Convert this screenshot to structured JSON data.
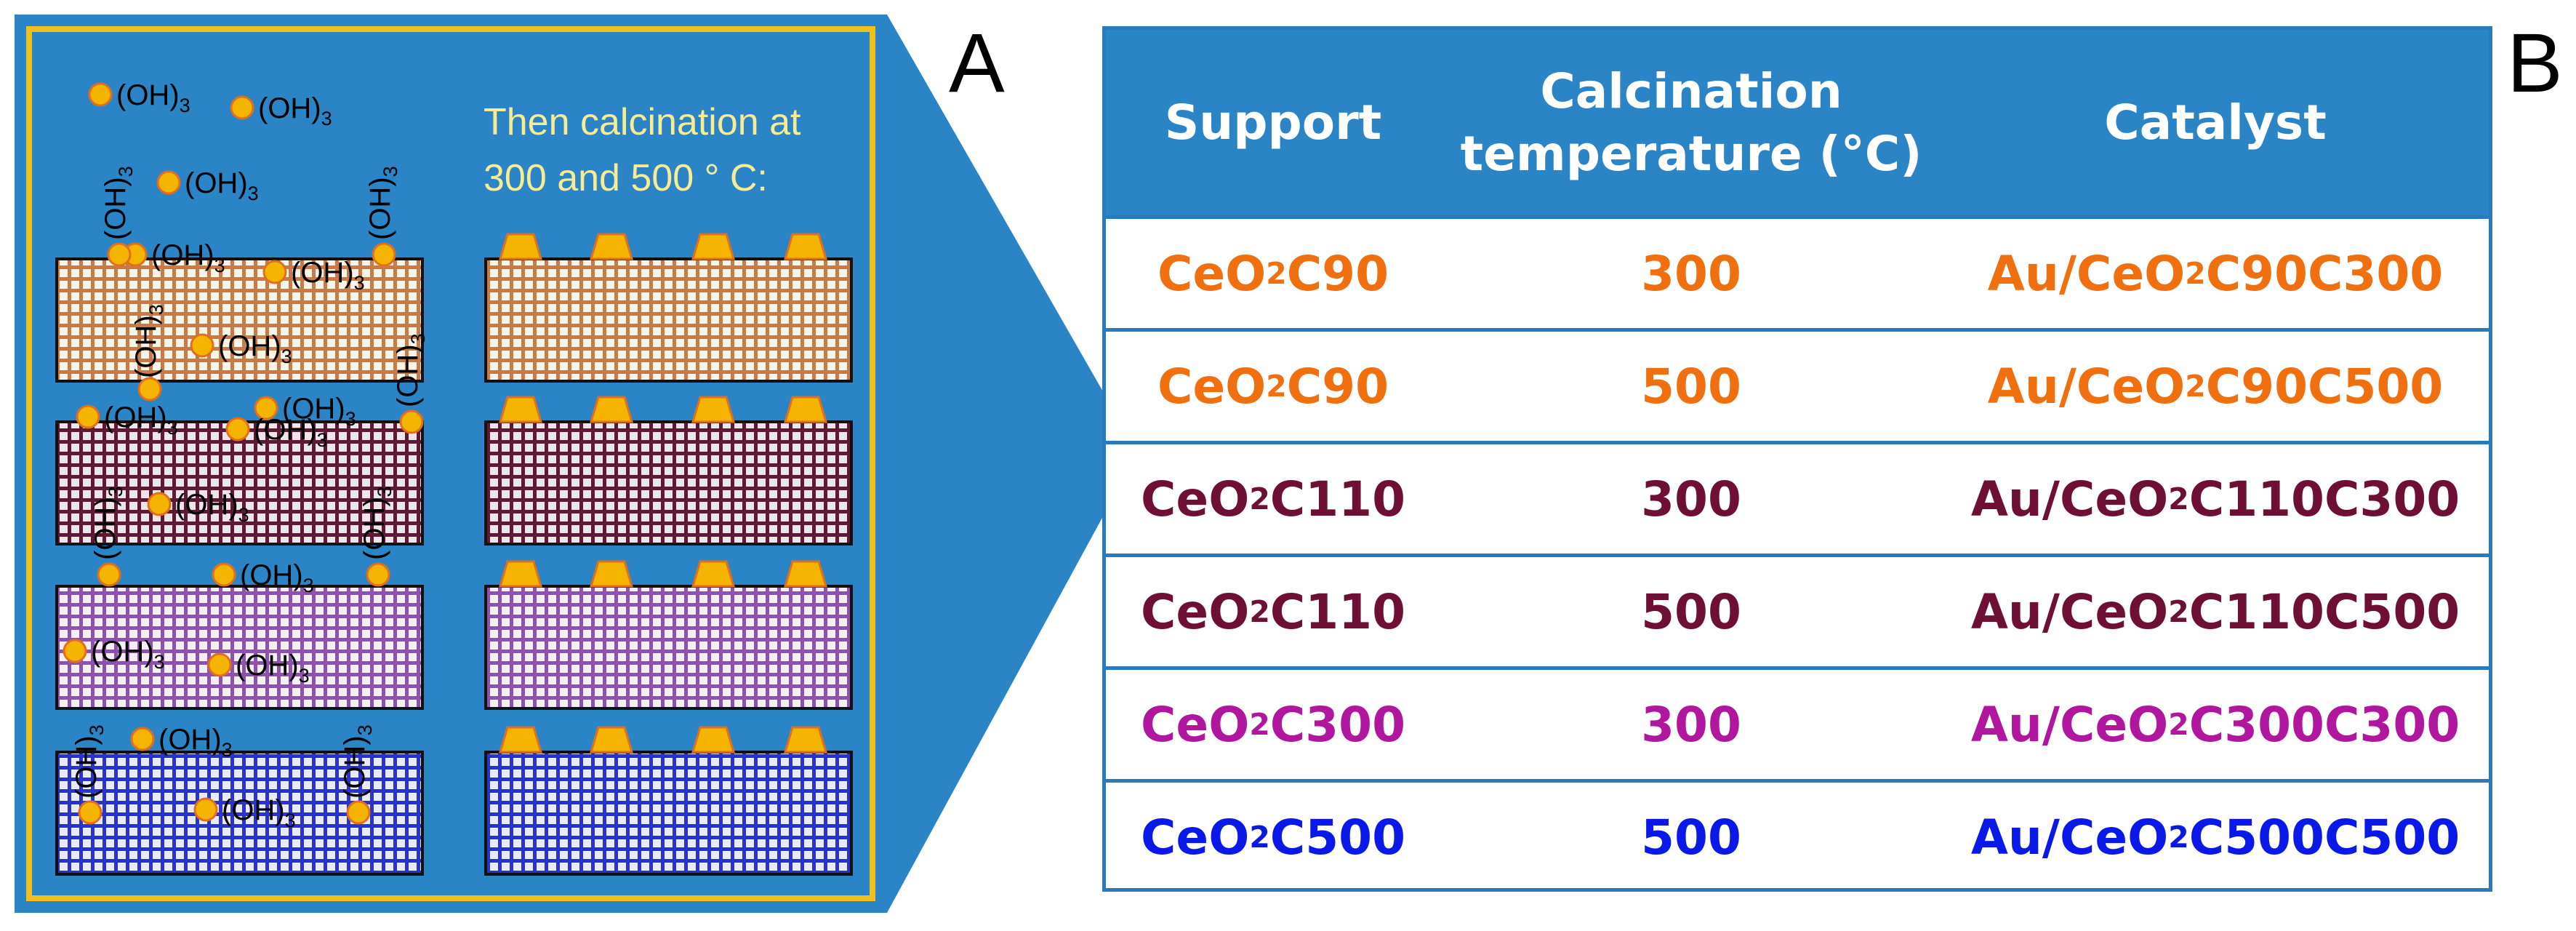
{
  "panel_a": {
    "label": "A",
    "group": "(OH)",
    "group_sub": "3",
    "note_line1": "Then calcination at",
    "note_line2": "300 and 500 ° C:",
    "layer_colors": [
      "#f4a060",
      "#7a2a45",
      "#a560c4",
      "#2d3ad6"
    ]
  },
  "panel_b": {
    "label": "B",
    "headers": {
      "support": "Support",
      "calc_line1": "Calcination",
      "calc_line2": "temperature (°C)",
      "catalyst": "Catalyst"
    },
    "rows": [
      {
        "support_pre": "CeO",
        "support_sub": "2",
        "support_post": "C90",
        "temp": "300",
        "cat_pre": "Au/CeO",
        "cat_sub": "2",
        "cat_post": "C90C300",
        "color": "#f07010"
      },
      {
        "support_pre": "CeO",
        "support_sub": "2",
        "support_post": "C90",
        "temp": "500",
        "cat_pre": "Au/CeO",
        "cat_sub": "2",
        "cat_post": "C90C500",
        "color": "#f07010"
      },
      {
        "support_pre": "CeO",
        "support_sub": "2",
        "support_post": "C110",
        "temp": "300",
        "cat_pre": "Au/CeO",
        "cat_sub": "2",
        "cat_post": "C110C300",
        "color": "#6e0f35"
      },
      {
        "support_pre": "CeO",
        "support_sub": "2",
        "support_post": "C110",
        "temp": "500",
        "cat_pre": "Au/CeO",
        "cat_sub": "2",
        "cat_post": "C110C500",
        "color": "#6e0f35"
      },
      {
        "support_pre": "CeO",
        "support_sub": "2",
        "support_post": "C300",
        "temp": "300",
        "cat_pre": "Au/CeO",
        "cat_sub": "2",
        "cat_post": "C300C300",
        "color": "#b0169e"
      },
      {
        "support_pre": "CeO",
        "support_sub": "2",
        "support_post": "C500",
        "temp": "500",
        "cat_pre": "Au/CeO",
        "cat_sub": "2",
        "cat_post": "C500C500",
        "color": "#0a19e8"
      }
    ]
  }
}
